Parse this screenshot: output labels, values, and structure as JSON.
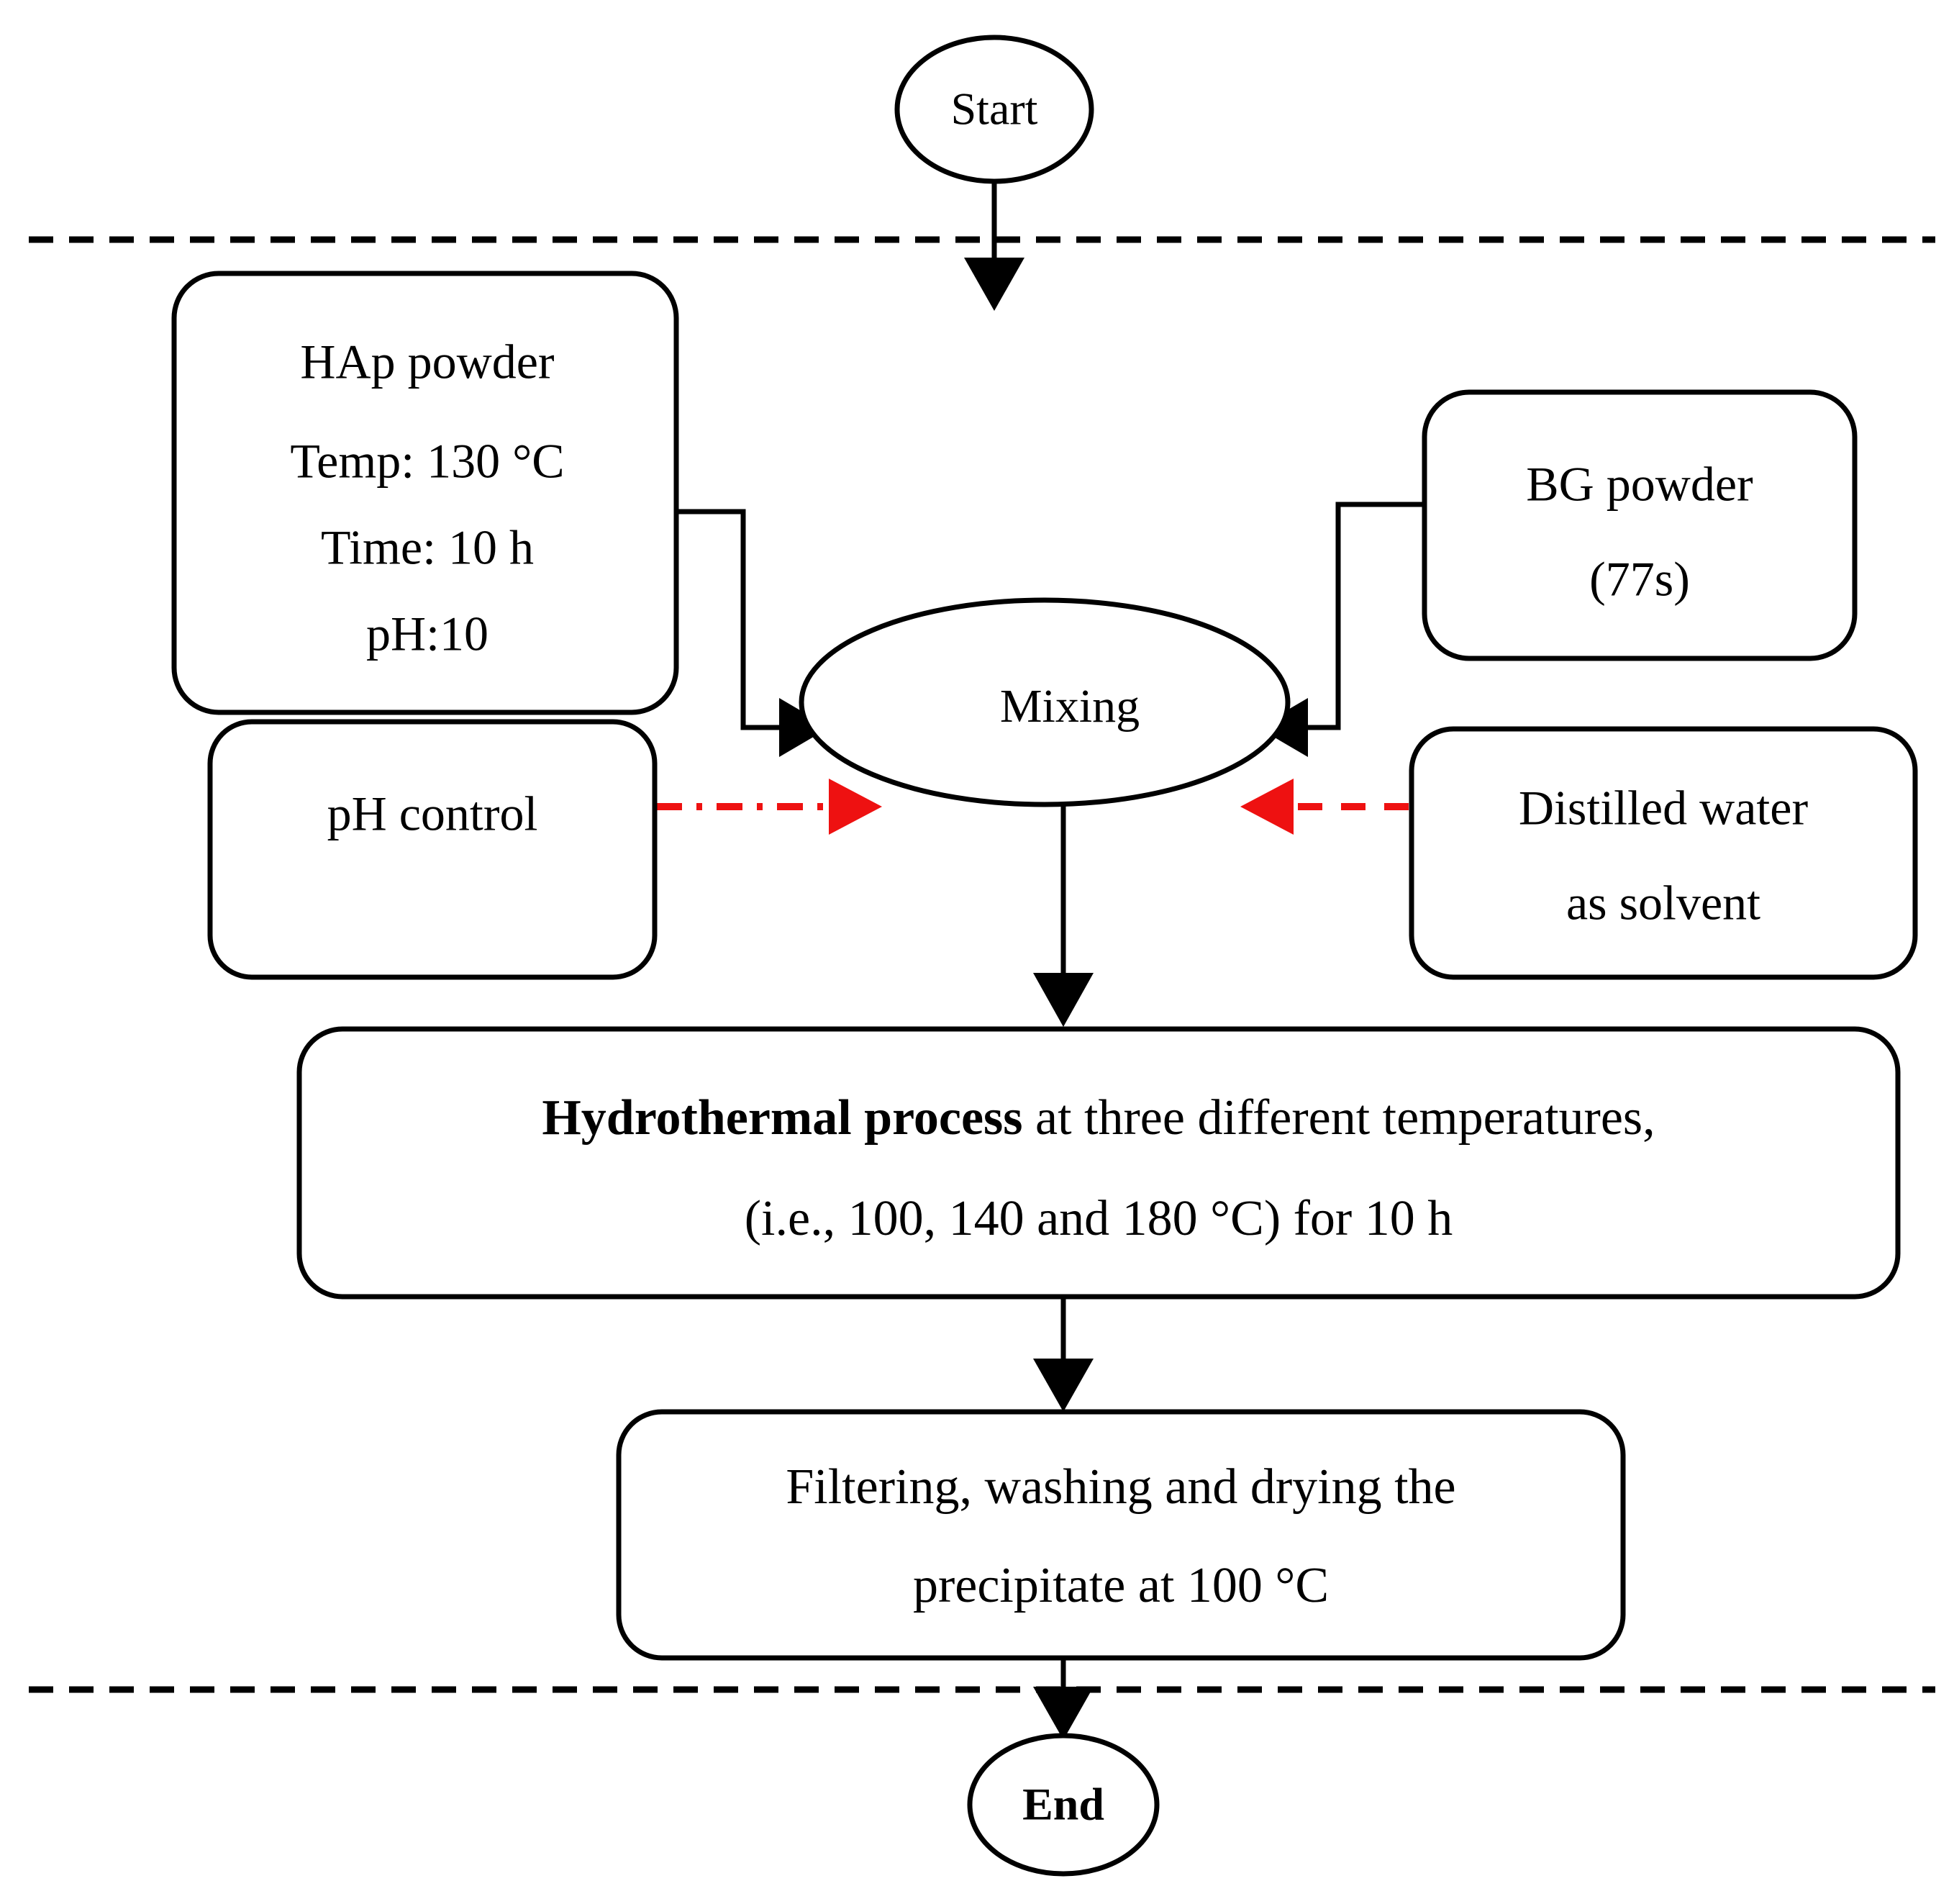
{
  "diagram": {
    "type": "flowchart",
    "title": "Hydrothermal synthesis process flowchart",
    "orientation": "top-to-bottom",
    "background_color": "#ffffff",
    "line_color": "#000000",
    "accent_color": "#ee1111"
  },
  "nodes": {
    "start": {
      "label": "Start",
      "shape": "ellipse"
    },
    "hap_powder": {
      "shape": "rounded-rect",
      "lines": [
        "HAp powder",
        "Temp: 130 °C",
        "Time: 10 h",
        "pH:10"
      ],
      "line1": "HAp powder",
      "line2": "Temp: 130 °C",
      "line3": "Time: 10 h",
      "line4": "pH:10"
    },
    "bg_powder": {
      "shape": "rounded-rect",
      "line1": "BG powder",
      "line2": "(77s)"
    },
    "ph_control": {
      "shape": "rounded-rect",
      "label": "pH control"
    },
    "distilled_water": {
      "shape": "rounded-rect",
      "line1": "Distilled water",
      "line2": "as solvent"
    },
    "mixing": {
      "shape": "ellipse",
      "label": "Mixing"
    },
    "hydrothermal": {
      "shape": "rounded-rect",
      "line1_bold": "Hydrothermal process",
      "line1_rest": " at three different temperatures,",
      "line2": "(i.e., 100, 140 and 180 °C) for 10 h"
    },
    "filtering": {
      "shape": "rounded-rect",
      "line1": "Filtering, washing and drying the",
      "line2": "precipitate at 100 °C"
    },
    "end": {
      "label": "End",
      "shape": "ellipse"
    }
  },
  "connectors": [
    {
      "id": "start-to-process",
      "from": "start",
      "to": "process-region",
      "style": "solid-black",
      "arrow": "down"
    },
    {
      "id": "hap-to-mixing",
      "from": "hap_powder",
      "to": "mixing",
      "style": "solid-black-elbow",
      "arrow": "right"
    },
    {
      "id": "bg-to-mixing",
      "from": "bg_powder",
      "to": "mixing",
      "style": "solid-black-elbow",
      "arrow": "left"
    },
    {
      "id": "ph-to-mixing",
      "from": "ph_control",
      "to": "mixing",
      "style": "red-dash-dot",
      "arrow": "right"
    },
    {
      "id": "water-to-mixing",
      "from": "distilled_water",
      "to": "mixing",
      "style": "red-dashed",
      "arrow": "left"
    },
    {
      "id": "mixing-to-hydrothermal",
      "from": "mixing",
      "to": "hydrothermal",
      "style": "solid-black",
      "arrow": "down"
    },
    {
      "id": "hydrothermal-to-filtering",
      "from": "hydrothermal",
      "to": "filtering",
      "style": "solid-black",
      "arrow": "down"
    },
    {
      "id": "filtering-to-end",
      "from": "filtering",
      "to": "end",
      "style": "solid-black",
      "arrow": "down"
    }
  ],
  "dividers": [
    {
      "id": "top-divider",
      "style": "dashed",
      "orientation": "horizontal"
    },
    {
      "id": "bottom-divider",
      "style": "dashed",
      "orientation": "horizontal"
    }
  ]
}
